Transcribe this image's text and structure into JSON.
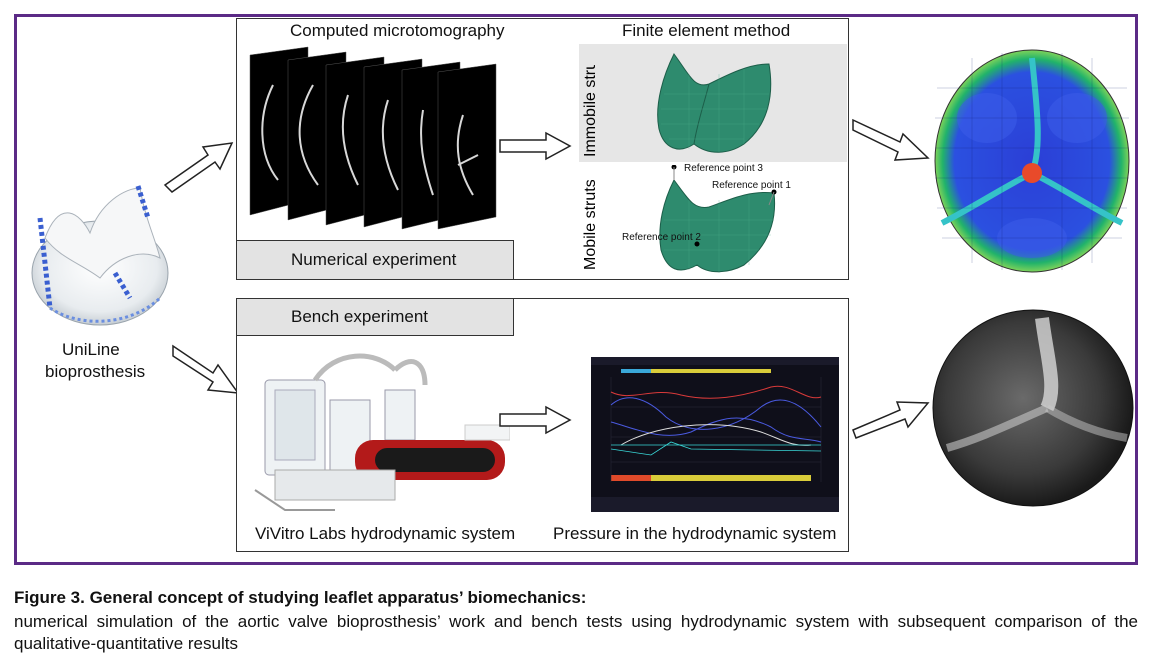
{
  "figure": {
    "labels": {
      "ct": "Computed microtomography",
      "fem": "Finite element method",
      "numerical": "Numerical experiment",
      "bench": "Bench experiment",
      "immobile": "Immobile struts",
      "mobile": "Mobile struts",
      "ref1": "Reference point 1",
      "ref2": "Reference point 2",
      "ref3": "Reference point 3",
      "uniline_1": "UniLine",
      "uniline_2": "bioprosthesis",
      "vivitro": "ViVitro Labs hydrodynamic system",
      "pressure": "Pressure in the hydrodynamic system"
    }
  },
  "caption": {
    "title": "Figure 3. General concept of studying leaflet apparatus’ biomechanics:",
    "body": "numerical simulation of the aortic valve bioprosthesis’ work and bench tests using hydrodynamic system with subsequent comparison of the qualitative-quantitative results"
  },
  "colors": {
    "frame": "#5b2a86",
    "leaflet_green": "#2e8b6e",
    "fem_blue": "#2b3fd6",
    "tab_gray": "#e3e3e3"
  }
}
